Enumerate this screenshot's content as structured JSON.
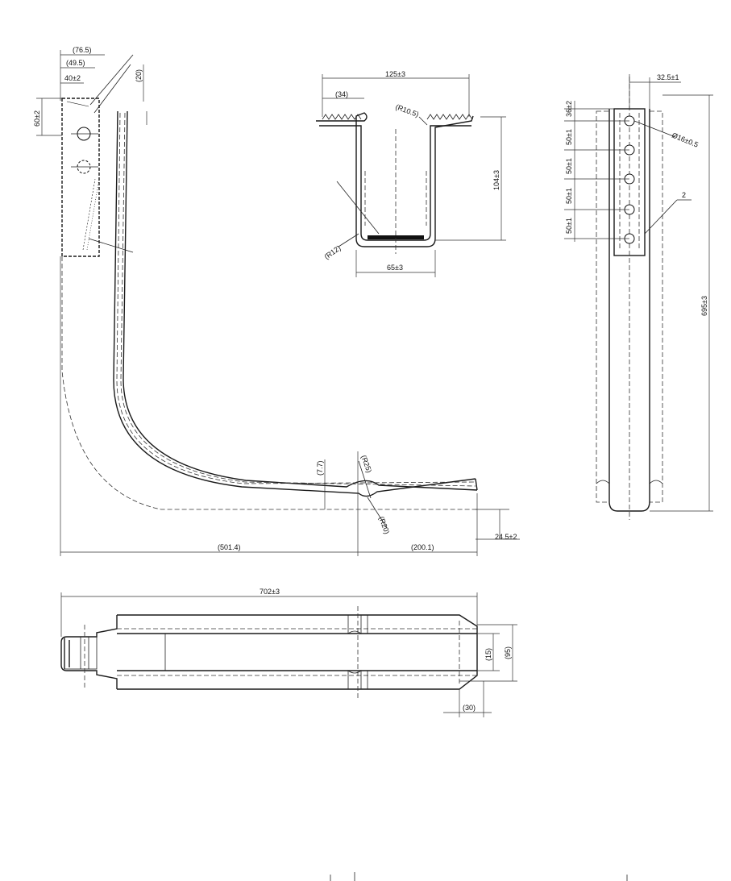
{
  "dimensions": {
    "d76_5": "(76.5)",
    "d49_5": "(49.5)",
    "d40": "40±2",
    "d20": "(20)",
    "d60": "60±2",
    "d125": "125±3",
    "d34": "(34)",
    "dR10_5": "(R10.5)",
    "d104": "104±3",
    "dR12": "(R12)",
    "d65": "65±3",
    "d32_5": "32.5±1",
    "d36": "36±2",
    "dDia16": "Ø16±0.5",
    "d50a": "50±1",
    "d50b": "50±1",
    "d50c": "50±1",
    "d50d": "50±1",
    "label2": "2",
    "d695": "695±3",
    "d7_7": "(7.7)",
    "dR25": "(R25)",
    "dR20": "(R20)",
    "d24_5": "24.5±2",
    "d501_4": "(501.4)",
    "d200_1": "(200.1)",
    "d702": "702±3",
    "d15": "(15)",
    "d95": "(95)",
    "d30": "(30)"
  }
}
